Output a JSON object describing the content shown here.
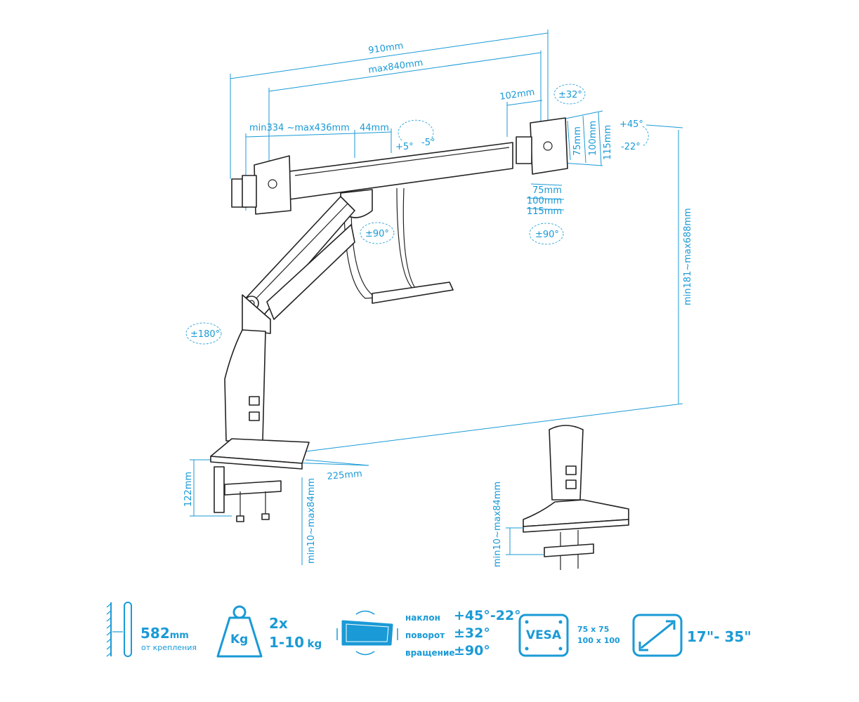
{
  "dimensions": {
    "total_width": "910mm",
    "arm_span": "max840mm",
    "bar_range": "min334 ~max436mm",
    "bar_gap": "44mm",
    "plate_offset": "102mm",
    "height_range": "min181~max688mm",
    "base_depth": "225mm",
    "clamp_height": "122mm",
    "clamp_range": "min10~max84mm",
    "clamp_range_grommet": "min10~max84mm",
    "vesa_h1": "75mm",
    "vesa_h2": "100mm",
    "vesa_h3": "115mm",
    "vesa_w1": "75mm",
    "vesa_w2": "100mm",
    "vesa_w3": "115mm"
  },
  "angles": {
    "tilt_bar_up": "+5°",
    "tilt_bar_down": "-5°",
    "swivel": "±32°",
    "tilt_up": "+45°",
    "tilt_down": "-22°",
    "rotate_left": "±90°",
    "rotate_right": "±90°",
    "base_rotate": "±180°"
  },
  "specs": {
    "height_value": "582",
    "height_unit": "mm",
    "height_note": "от крепления",
    "weight_icon_label": "Kg",
    "weight_count": "2x",
    "weight_range": "1-10",
    "weight_unit": "kg",
    "tilt_label": "наклон",
    "tilt_value": "+45°-22°",
    "swivel_label": "поворот",
    "swivel_value": "±32°",
    "rotation_label": "вращение",
    "rotation_value": "±90°",
    "vesa_badge": "VESA",
    "vesa_line1": "75 x 75",
    "vesa_line2": "100 x 100",
    "screen_size": "17\"- 35\""
  }
}
